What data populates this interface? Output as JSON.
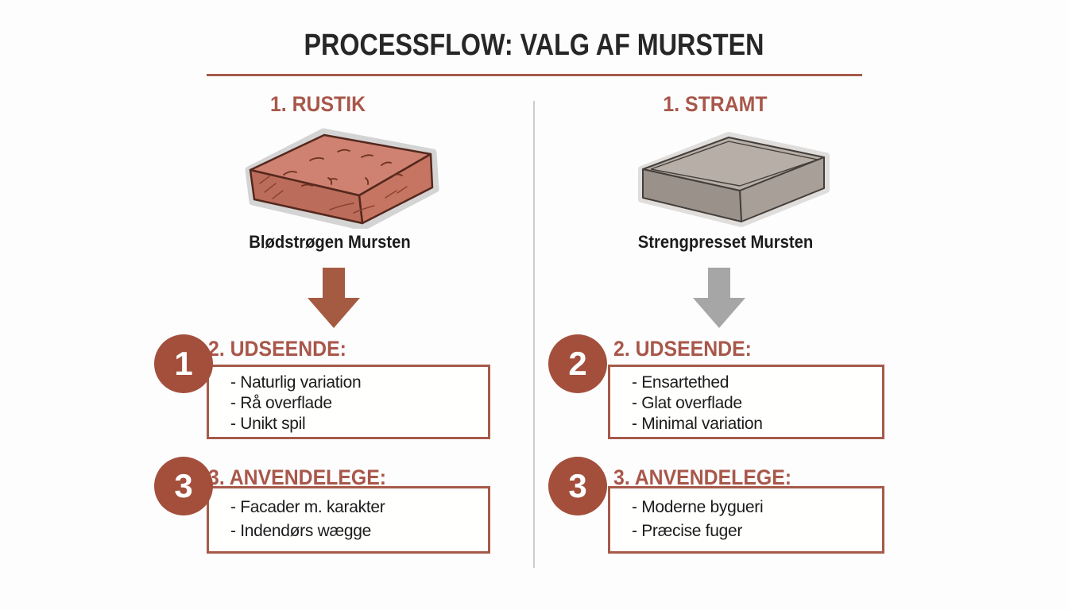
{
  "title": "PROCESSFLOW: VALG AF MURSTEN",
  "colors": {
    "accent_red": "#a65a4a",
    "heading_red": "#a8574a",
    "badge_red": "#a34f3c",
    "arrow_red": "#a55a42",
    "arrow_gray": "#a6a6a6",
    "divider_gray": "#cccccc",
    "title_black": "#272727",
    "brick_left_top": "#cf8271",
    "brick_right_top": "#b7afa7"
  },
  "columns": [
    {
      "header": "1. RUSTIK",
      "brick_icon": "rustic-brick-illustration",
      "brick_label": "Blødstrøgen Mursten",
      "arrow_icon": "down-arrow-red",
      "sections": [
        {
          "badge": "1",
          "heading": "2. UDSEENDE:",
          "items": [
            "- Naturlig variation",
            "- Rå overflade",
            "- Unikt spil"
          ]
        },
        {
          "badge": "3",
          "heading": "3. ANVENDELEGE:",
          "items": [
            "- Facader m. karakter",
            "- Indendørs wægge"
          ]
        }
      ]
    },
    {
      "header": "1. STRAMT",
      "brick_icon": "pressed-brick-illustration",
      "brick_label": "Strengpresset Mursten",
      "arrow_icon": "down-arrow-gray",
      "sections": [
        {
          "badge": "2",
          "heading": "2. UDSEENDE:",
          "items": [
            "- Ensartethed",
            "- Glat overflade",
            "- Minimal variation"
          ]
        },
        {
          "badge": "3",
          "heading": "3. ANVENDELEGE:",
          "items": [
            "- Moderne bygueri",
            "- Præcise fuger"
          ]
        }
      ]
    }
  ]
}
